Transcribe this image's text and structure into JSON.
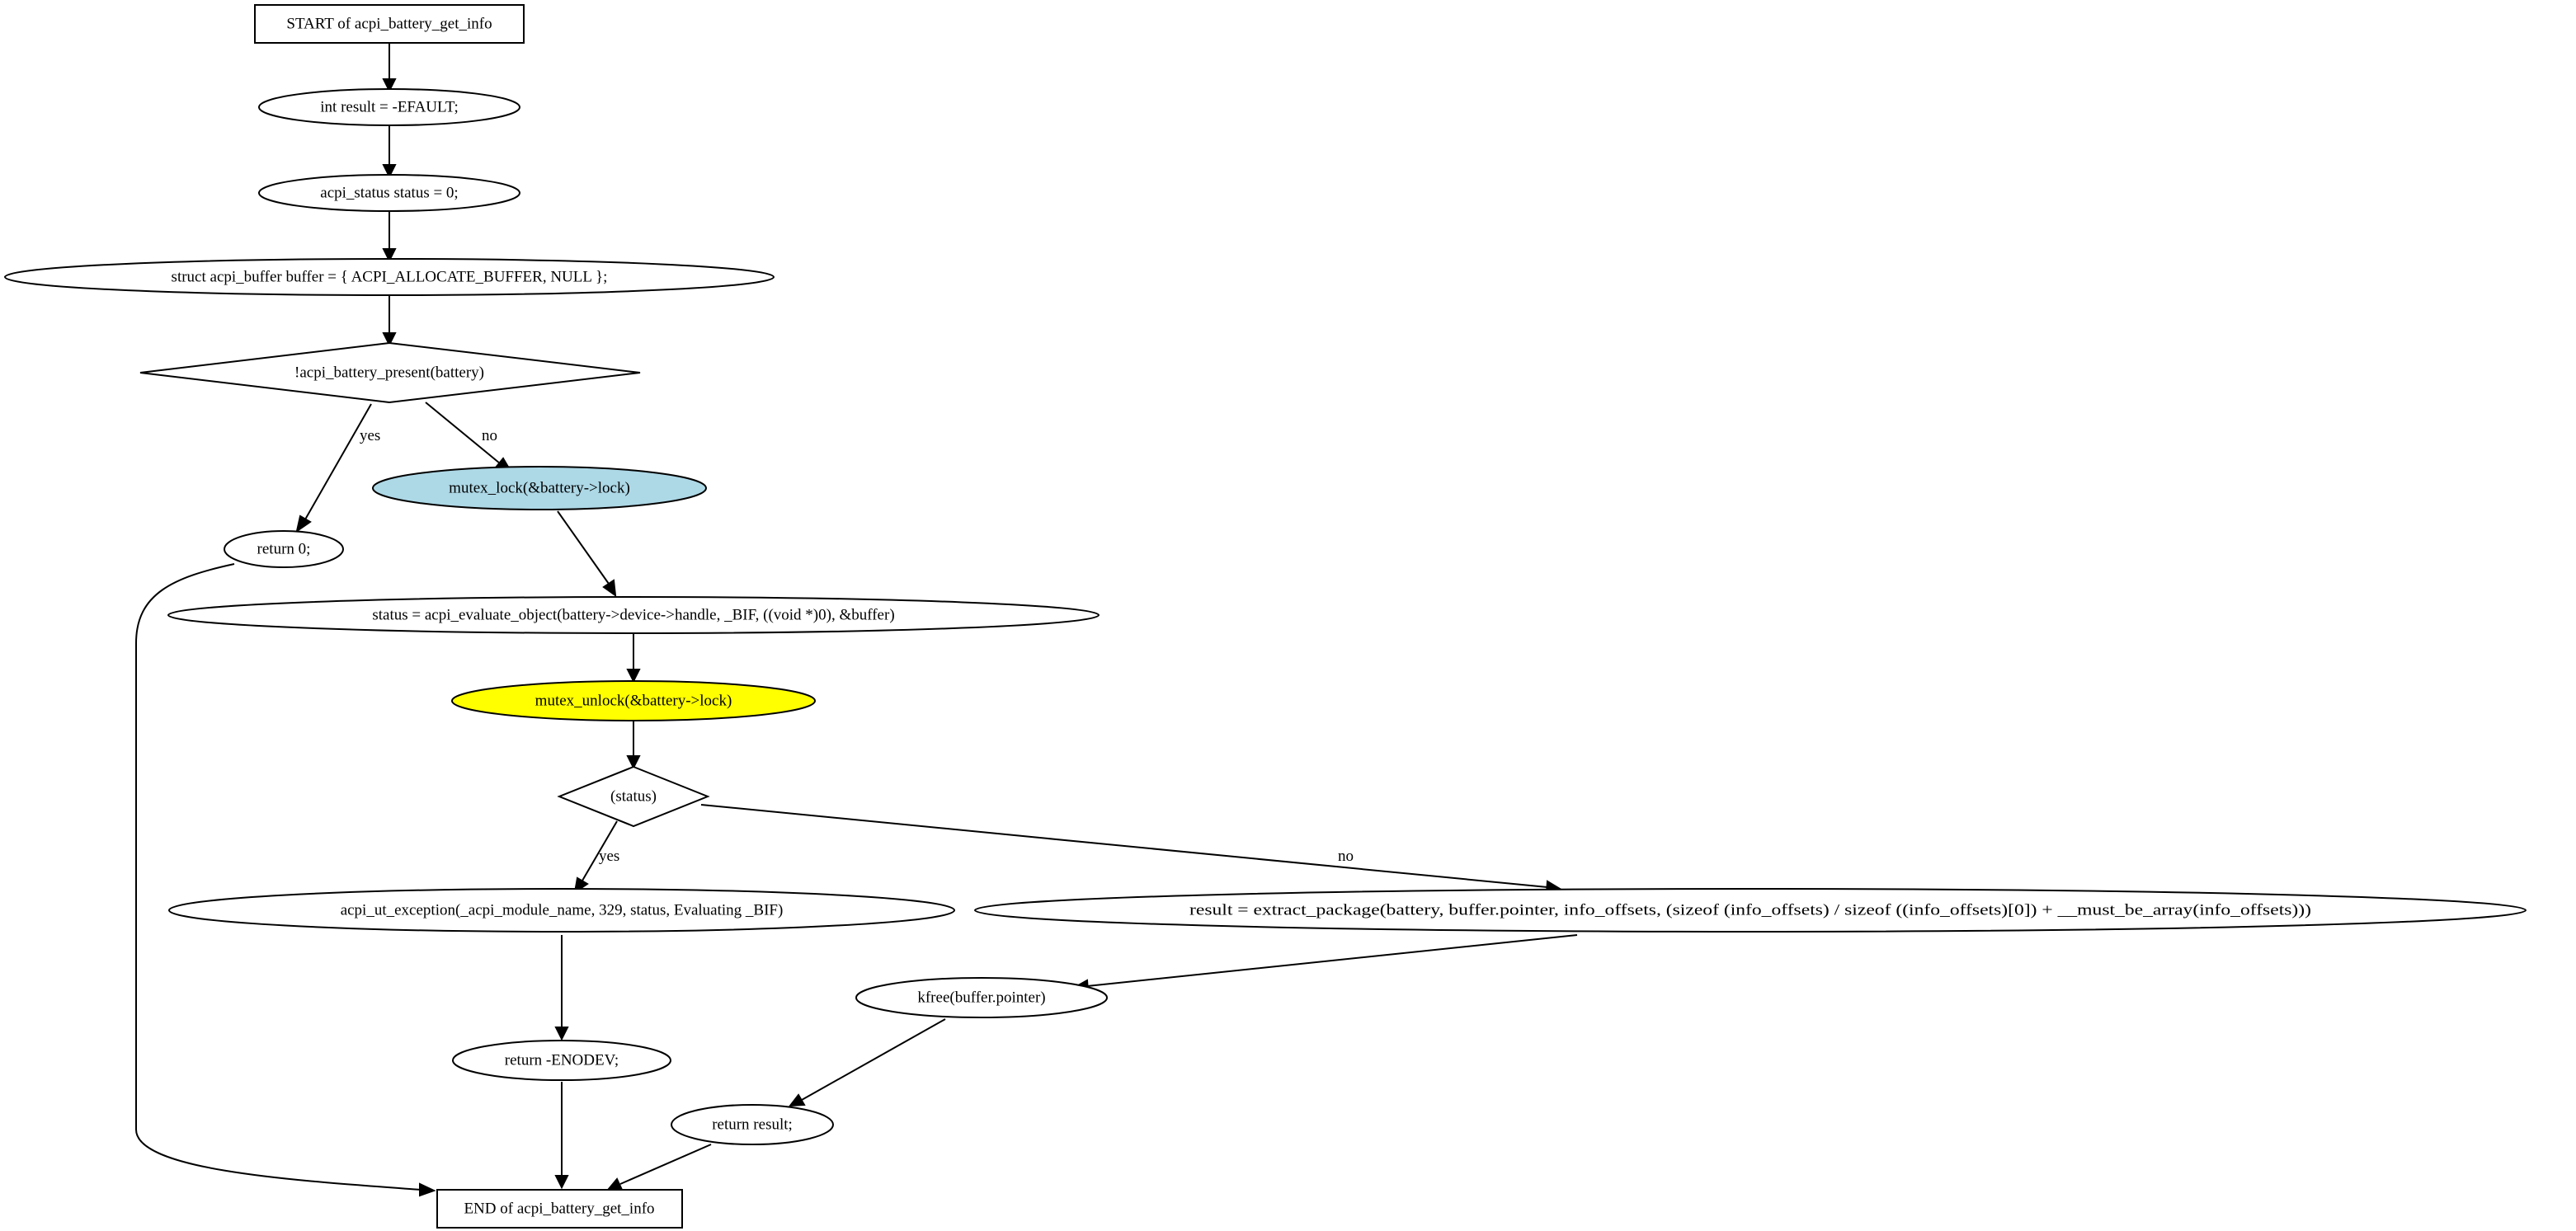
{
  "diagram": {
    "type": "flowchart",
    "colors": {
      "background": "#ffffff",
      "stroke": "#000000",
      "text": "#000000",
      "default_fill": "#ffffff",
      "lock_fill": "#add8e6",
      "unlock_fill": "#ffff00"
    },
    "nodes": {
      "start": {
        "shape": "rect",
        "label": "START of acpi_battery_get_info"
      },
      "result_init": {
        "shape": "ellipse",
        "label": "int result = -EFAULT;"
      },
      "status_init": {
        "shape": "ellipse",
        "label": "acpi_status status = 0;"
      },
      "buffer_init": {
        "shape": "ellipse",
        "label": "struct acpi_buffer buffer = { ACPI_ALLOCATE_BUFFER, NULL };"
      },
      "check_present": {
        "shape": "diamond",
        "label": "!acpi_battery_present(battery)"
      },
      "return_zero": {
        "shape": "ellipse",
        "label": "return 0;"
      },
      "mutex_lock": {
        "shape": "ellipse",
        "label": "mutex_lock(&battery->lock)",
        "fill": "#add8e6"
      },
      "evaluate_object": {
        "shape": "ellipse",
        "label": "status = acpi_evaluate_object(battery->device->handle, _BIF, ((void *)0), &buffer)"
      },
      "mutex_unlock": {
        "shape": "ellipse",
        "label": "mutex_unlock(&battery->lock)",
        "fill": "#ffff00"
      },
      "check_status": {
        "shape": "diamond",
        "label": "(status)"
      },
      "exception": {
        "shape": "ellipse",
        "label": "acpi_ut_exception(_acpi_module_name, 329, status, Evaluating _BIF)"
      },
      "extract_package": {
        "shape": "ellipse",
        "label": "result = extract_package(battery, buffer.pointer, info_offsets, (sizeof (info_offsets) / sizeof ((info_offsets)[0]) + __must_be_array(info_offsets)))"
      },
      "kfree": {
        "shape": "ellipse",
        "label": "kfree(buffer.pointer)"
      },
      "return_enodev": {
        "shape": "ellipse",
        "label": "return -ENODEV;"
      },
      "return_result": {
        "shape": "ellipse",
        "label": "return result;"
      },
      "end": {
        "shape": "rect",
        "label": "END of acpi_battery_get_info"
      }
    },
    "edges": [
      {
        "from": "start",
        "to": "result_init",
        "label": ""
      },
      {
        "from": "result_init",
        "to": "status_init",
        "label": ""
      },
      {
        "from": "status_init",
        "to": "buffer_init",
        "label": ""
      },
      {
        "from": "buffer_init",
        "to": "check_present",
        "label": ""
      },
      {
        "from": "check_present",
        "to": "return_zero",
        "label": "yes"
      },
      {
        "from": "check_present",
        "to": "mutex_lock",
        "label": "no"
      },
      {
        "from": "return_zero",
        "to": "end",
        "label": ""
      },
      {
        "from": "mutex_lock",
        "to": "evaluate_object",
        "label": ""
      },
      {
        "from": "evaluate_object",
        "to": "mutex_unlock",
        "label": ""
      },
      {
        "from": "mutex_unlock",
        "to": "check_status",
        "label": ""
      },
      {
        "from": "check_status",
        "to": "exception",
        "label": "yes"
      },
      {
        "from": "check_status",
        "to": "extract_package",
        "label": "no"
      },
      {
        "from": "exception",
        "to": "return_enodev",
        "label": ""
      },
      {
        "from": "extract_package",
        "to": "kfree",
        "label": ""
      },
      {
        "from": "kfree",
        "to": "return_result",
        "label": ""
      },
      {
        "from": "return_enodev",
        "to": "end",
        "label": ""
      },
      {
        "from": "return_result",
        "to": "end",
        "label": ""
      }
    ]
  }
}
